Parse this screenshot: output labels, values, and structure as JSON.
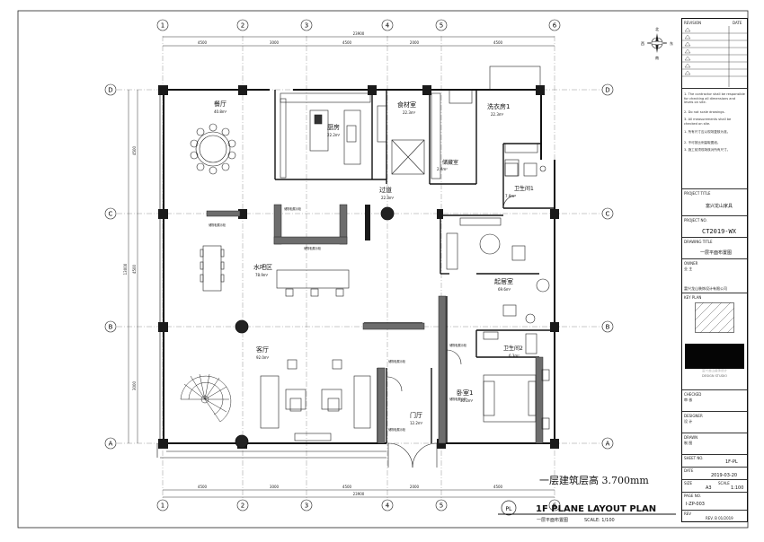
{
  "plan": {
    "title_cn": "一层建筑层高 3.700mm",
    "title_en": "1F PLANE LAYOUT PLAN",
    "subtitle_cn": "一层平面布置图",
    "scale": "SCALE: 1/100",
    "tag": "PL"
  },
  "grid": {
    "columns": [
      "1",
      "2",
      "3",
      "4",
      "5",
      "6"
    ],
    "rows": [
      "D",
      "C",
      "B",
      "A"
    ]
  },
  "dimensions": {
    "top_total": "23900",
    "top_segments": [
      "4500",
      "3000",
      "4500",
      "2000",
      "4500"
    ],
    "bottom_total": "23900",
    "bottom_segments": [
      "4500",
      "3000",
      "4500",
      "2000",
      "4500"
    ],
    "left_total": "13000",
    "left_segments": [
      "4500",
      "4500",
      "3000"
    ]
  },
  "rooms": [
    {
      "name": "餐厅",
      "area": "40.8m²"
    },
    {
      "name": "厨房",
      "area": "22.2m²"
    },
    {
      "name": "食材室",
      "area": "22.3m²"
    },
    {
      "name": "洗衣房1",
      "area": "22.3m²"
    },
    {
      "name": "储藏室",
      "area": "2.4m²"
    },
    {
      "name": "过道",
      "area": "22.3m²"
    },
    {
      "name": "卫生间1",
      "area": "7.8m²"
    },
    {
      "name": "水吧区",
      "area": "78.9m²"
    },
    {
      "name": "起居室",
      "area": "69.6m²"
    },
    {
      "name": "客厅",
      "area": "92.0m²"
    },
    {
      "name": "卫生间2",
      "area": "6.3m²"
    },
    {
      "name": "卧室1",
      "area": "30.2m²"
    },
    {
      "name": "门厅",
      "area": "12.2m²"
    }
  ],
  "cabinet_labels": [
    "储物柜展示柜",
    "储物柜展示柜",
    "储物柜展示柜",
    "储物柜展示柜",
    "储物柜展示柜",
    "储物柜展示柜",
    "储物柜展示柜"
  ],
  "compass": {
    "north": "北",
    "south": "南",
    "east": "东",
    "west": "西"
  },
  "title_block": {
    "revision_label": "REVISION",
    "date_label": "DATE",
    "notes": [
      "1. The contractor shall be responsible for checking all dimensions and levels on site.",
      "2. Do not scale drawings.",
      "3. All measurements shall be checked on site.",
      "1. 所有尺寸应以现场复核为准。",
      "2. 不可按比例量取图纸。",
      "3. 施工前须现场核对所有尺寸。"
    ],
    "project_title_label": "PROJECT TITLE",
    "project_title": "富兴龙山家具",
    "project_no_label": "PROJECT NO.",
    "project_no": "CT2019-WX",
    "drawing_title_label": "DRAWING TITLE",
    "drawing_title": "一层平面布置图",
    "owner_label": "OWNER",
    "owner": "业 主",
    "designer_firm": "富兴龙山装饰设计有限公司",
    "key_plan_label": "KEY PLAN",
    "black_box_line1": "富兴龙山装饰设计",
    "black_box_line2": "DESIGN STUDIO",
    "checked_label": "CHECKED",
    "checked": "审 核",
    "designer_label": "DESIGNER",
    "designer": "设 计",
    "drawn_label": "DRAWN",
    "drawn": "制 图",
    "sheet_no_label": "SHEET NO.",
    "sheet_no": "1F-PL",
    "date_field_label": "DATE",
    "date": "2019-03-20",
    "size_label": "SIZE",
    "size": "A3",
    "scale_label": "SCALE",
    "scale": "1:100",
    "page_no_label": "PAGE NO.",
    "page_no": "I-ZP-003",
    "rev_label": "REV",
    "rev": "REV. B 01/2019"
  },
  "colors": {
    "wall": "#111111",
    "column": "#1a1a1a",
    "line": "#333333",
    "cabinet_fill": "#6d6d6d",
    "grid_line": "#555555"
  }
}
